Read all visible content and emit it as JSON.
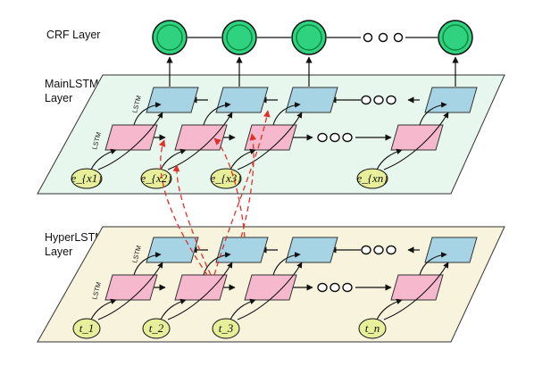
{
  "labels": {
    "crf": "CRF Layer",
    "main_line1": "MainLSTM",
    "main_line2": "Layer",
    "hyper_line1": "HyperLSTM",
    "hyper_line2": "Layer",
    "lstm_tag": "LSTM"
  },
  "main_tokens": [
    "e_{x1}",
    "e_{x2}",
    "e_{x3}",
    "e_{xn}"
  ],
  "hyper_tokens": [
    "t_1",
    "t_2",
    "t_3",
    "t_n"
  ],
  "colors": {
    "crf_node": "#2fd27e",
    "crf_node_dark": "#0c8a43",
    "main_plane": "#e8f7ee",
    "hyper_plane": "#f7f3dd",
    "upper_cell": "#a6d4e4",
    "lower_cell": "#f6b8cc",
    "token_fill": "#e8ef9a",
    "dashed": "#e0302a"
  },
  "icons": {
    "crf_node": "double-circle-node",
    "ellipsis": "three-small-circles",
    "dashed_link": "red-dashed-arrow"
  }
}
